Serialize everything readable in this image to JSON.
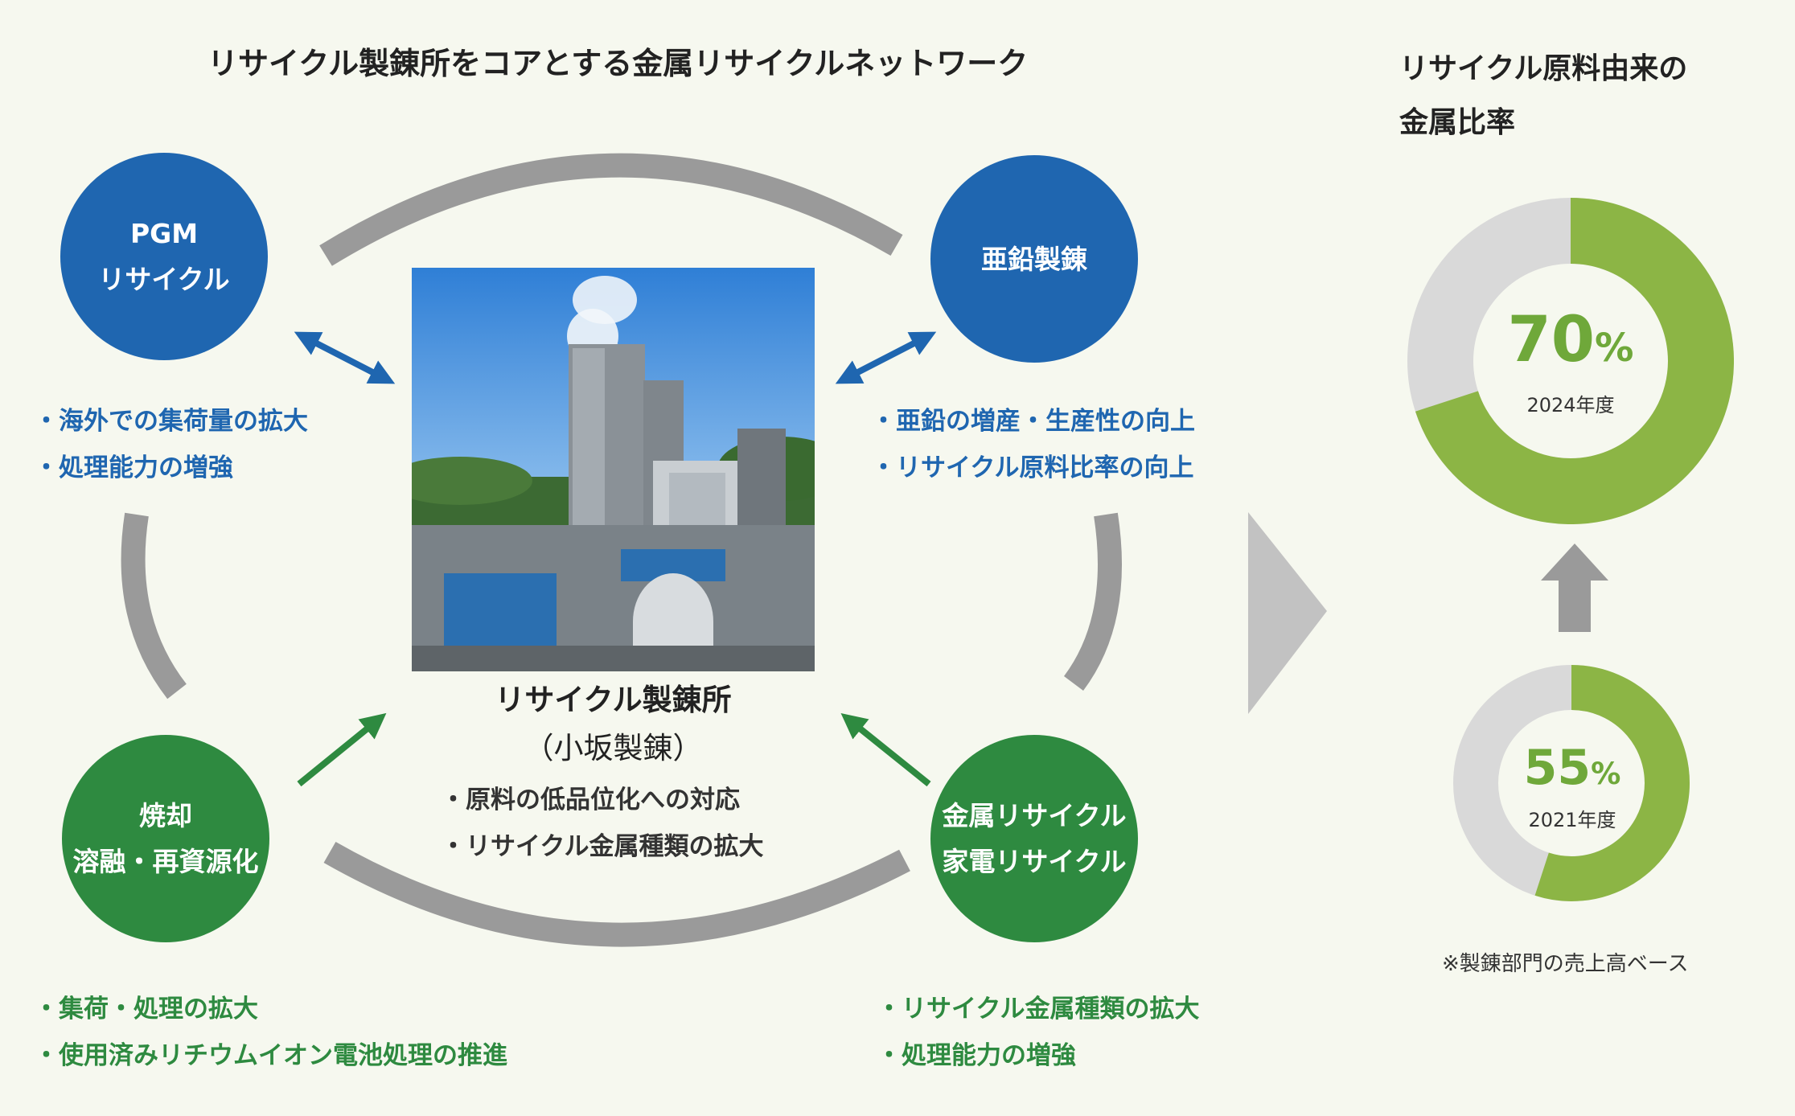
{
  "titles": {
    "network": "リサイクル製錬所をコアとする金属リサイクルネットワーク",
    "ratio_line1": "リサイクル原料由来の",
    "ratio_line2": "金属比率"
  },
  "nodes": {
    "pgm": {
      "line1": "PGM",
      "line2": "リサイクル",
      "bullets": [
        "海外での集荷量の拡大",
        "処理能力の増強"
      ]
    },
    "zinc": {
      "line1": "亜鉛製錬",
      "bullets": [
        "亜鉛の増産・生産性の向上",
        "リサイクル原料比率の向上"
      ]
    },
    "incineration": {
      "line1": "焼却",
      "line2": "溶融・再資源化",
      "bullets": [
        "集荷・処理の拡大",
        "使用済みリチウムイオン電池処理の推進"
      ]
    },
    "metal_recycle": {
      "line1": "金属リサイクル",
      "line2": "家電リサイクル",
      "bullets": [
        "リサイクル金属種類の拡大",
        "処理能力の増強"
      ]
    }
  },
  "center": {
    "name": "リサイクル製錬所",
    "sub": "（小坂製錬）",
    "bullets": [
      "原料の低品位化への対応",
      "リサイクル金属種類の拡大"
    ]
  },
  "ratio": {
    "current": {
      "value": 70,
      "unit": "%",
      "year": "2024年度"
    },
    "previous": {
      "value": 55,
      "unit": "%",
      "year": "2021年度"
    },
    "note": "※製錬部門の売上高ベース"
  },
  "colors": {
    "blue": "#1f66b0",
    "green": "#2e8a40",
    "donut_fill": "#8cb545",
    "donut_rest": "#d9d9d9",
    "connector": "#9a9a9a",
    "big_arrow": "#c2c2c2"
  }
}
